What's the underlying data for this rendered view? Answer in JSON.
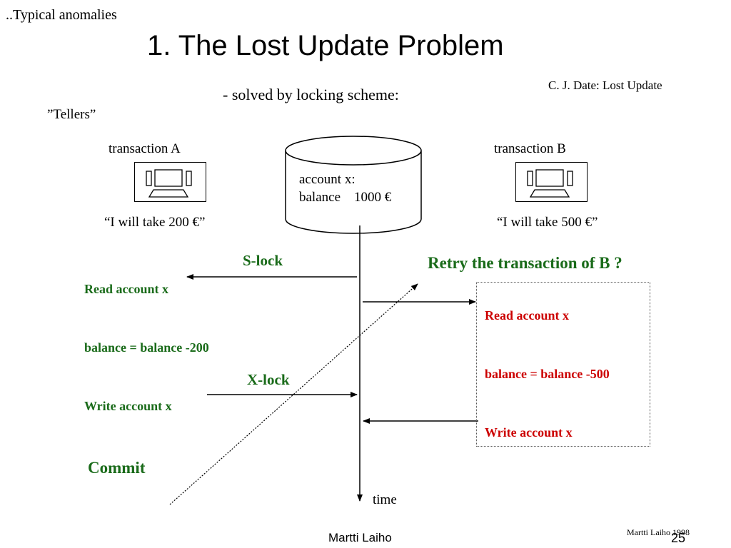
{
  "header": {
    "section": "..Typical  anomalies",
    "title": "1.    The Lost Update Problem",
    "subtitle": "- solved by locking scheme:",
    "reference": "C. J. Date: Lost Update",
    "tellers": "”Tellers”"
  },
  "transaction_a": {
    "label": "transaction A",
    "quote": "“I will take 200 €”",
    "steps": [
      "Read account x",
      "balance = balance -200",
      "Write account x"
    ],
    "commit": "Commit",
    "icon": "computer-terminal-icon"
  },
  "transaction_b": {
    "label": "transaction B",
    "quote": "“I will take 500 €”",
    "retry": "Retry the transaction of B ?",
    "steps": [
      "Read account x",
      "balance = balance -500",
      "Write account x"
    ],
    "icon": "computer-terminal-icon"
  },
  "database": {
    "line1": "account x:",
    "line2": "balance    1000 €",
    "icon": "database-cylinder-icon"
  },
  "locks": {
    "s_lock": "S-lock",
    "x_lock": "X-lock"
  },
  "timeline": {
    "label": "time"
  },
  "footer": {
    "author": "Martti Laiho",
    "copyright": "Martti Laiho 1998",
    "page": "25"
  },
  "colors": {
    "green": "#1a6b1a",
    "red": "#cc0000"
  }
}
